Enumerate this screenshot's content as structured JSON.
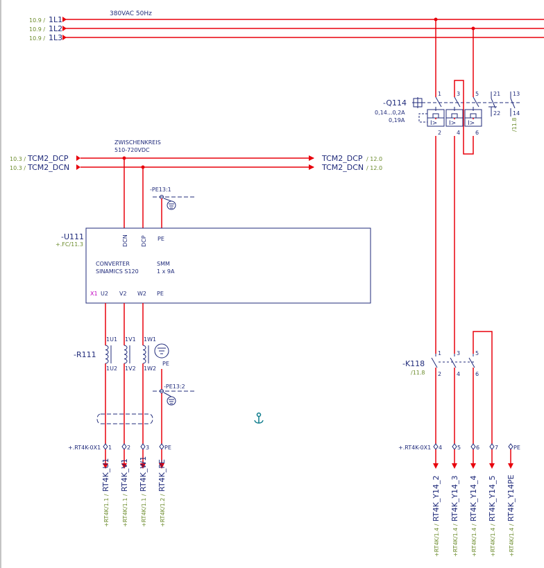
{
  "colors": {
    "wire": "#e8000b",
    "device": "#1f2a7a",
    "ref": "#6b8b2b",
    "connector": "#c000c0",
    "anchor": "#0a7a8a",
    "frame": "#888888"
  },
  "mains": {
    "note": "380VAC 50Hz",
    "lines": [
      {
        "ref": "10.9 /",
        "name": "1L1"
      },
      {
        "ref": "10.9 /",
        "name": "1L2"
      },
      {
        "ref": "10.9 /",
        "name": "1L3"
      }
    ]
  },
  "dc_link": {
    "note_line1": "ZWISCHENKREIS",
    "note_line2": "510-720VDC",
    "lines": [
      {
        "in_ref": "10.3 /",
        "name": "TCM2_DCP",
        "out_ref": "/ 12.0"
      },
      {
        "in_ref": "10.3 /",
        "name": "TCM2_DCN",
        "out_ref": "/ 12.0"
      }
    ]
  },
  "q114": {
    "tag": "-Q114",
    "range": "0,14...0,2A",
    "setting": "0,19A",
    "top_terms": [
      "1",
      "3",
      "5"
    ],
    "bottom_terms": [
      "2",
      "4",
      "6"
    ],
    "aux_terms": [
      "21",
      "22",
      "13",
      "14"
    ],
    "aux_ref": "/11.8",
    "trip_label": "I>"
  },
  "pe_top": {
    "tag": "-PE13:1"
  },
  "pe_bottom": {
    "tag": "-PE13:2"
  },
  "u111": {
    "tag": "-U111",
    "location": "+.FC/11.3",
    "dc_terms": [
      "DCN",
      "DCP",
      "PE"
    ],
    "desc_line1": "CONVERTER",
    "desc_line2": "SINAMICS S120",
    "type_line1": "SMM",
    "type_line2": "1 x 9A",
    "connector": "X1",
    "out_terms": [
      "U2",
      "V2",
      "W2",
      "PE"
    ]
  },
  "r111": {
    "tag": "-R111",
    "top_terms": [
      "1U1",
      "1V1",
      "1W1"
    ],
    "bottom_terms": [
      "1U2",
      "1V2",
      "1W2"
    ],
    "pe": "PE"
  },
  "k118": {
    "tag": "-K118",
    "ref": "/11.8",
    "top_terms": [
      "1",
      "3",
      "5"
    ],
    "bottom_terms": [
      "2",
      "4",
      "6"
    ]
  },
  "terminals_left": {
    "strip": "+.RT4K-0X1",
    "terms": [
      "1",
      "2",
      "3",
      "PE"
    ],
    "cables": [
      {
        "ref": "+RT4K/1.1 /",
        "name": "RT4K_U1"
      },
      {
        "ref": "+RT4K/1.1 /",
        "name": "RT4K_V1"
      },
      {
        "ref": "+RT4K/1.1 /",
        "name": "RT4K_W1"
      },
      {
        "ref": "+RT4K/1.2 /",
        "name": "RT4K_PE"
      }
    ]
  },
  "terminals_right": {
    "strip": "+.RT4K-0X1",
    "terms": [
      "4",
      "5",
      "6",
      "7",
      "PE"
    ],
    "cables": [
      {
        "ref": "+RT4K/1.4 /",
        "name": "RT4K_Y14_2"
      },
      {
        "ref": "+RT4K/1.4 /",
        "name": "RT4K_Y14_3"
      },
      {
        "ref": "+RT4K/1.4 /",
        "name": "RT4K_Y14_4"
      },
      {
        "ref": "+RT4K/1.4 /",
        "name": "RT4K_Y14_5"
      },
      {
        "ref": "+RT4K/1.4 /",
        "name": "RT4K_Y14PE"
      }
    ]
  }
}
